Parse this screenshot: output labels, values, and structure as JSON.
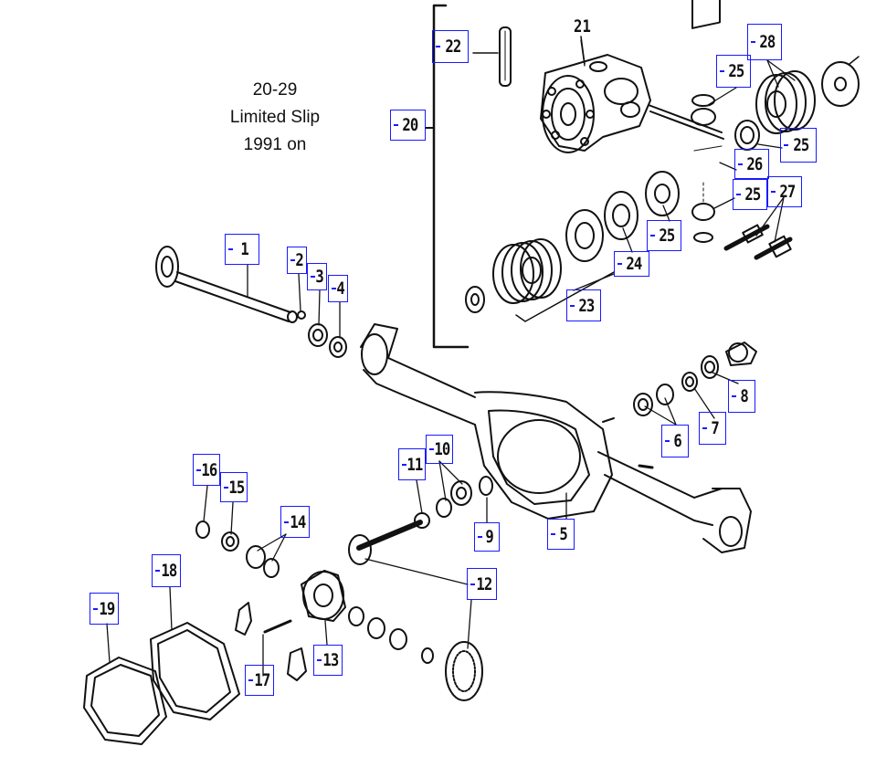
{
  "caption": {
    "line1": "20-29",
    "line2": "Limited Slip",
    "line3": "1991 on"
  },
  "callouts": [
    {
      "id": "c1",
      "label": "1"
    },
    {
      "id": "c2",
      "label": "2"
    },
    {
      "id": "c3",
      "label": "3"
    },
    {
      "id": "c4",
      "label": "4"
    },
    {
      "id": "c5",
      "label": "5"
    },
    {
      "id": "c6",
      "label": "6"
    },
    {
      "id": "c7",
      "label": "7"
    },
    {
      "id": "c8",
      "label": "8"
    },
    {
      "id": "c9",
      "label": "9"
    },
    {
      "id": "c10",
      "label": "10"
    },
    {
      "id": "c11",
      "label": "11"
    },
    {
      "id": "c12",
      "label": "12"
    },
    {
      "id": "c13",
      "label": "13"
    },
    {
      "id": "c14",
      "label": "14"
    },
    {
      "id": "c15",
      "label": "15"
    },
    {
      "id": "c16",
      "label": "16"
    },
    {
      "id": "c17",
      "label": "17"
    },
    {
      "id": "c18",
      "label": "18"
    },
    {
      "id": "c19",
      "label": "19"
    },
    {
      "id": "c20",
      "label": "20"
    },
    {
      "id": "c22",
      "label": "22"
    },
    {
      "id": "c23",
      "label": "23"
    },
    {
      "id": "c24",
      "label": "24"
    },
    {
      "id": "c25a",
      "label": "25"
    },
    {
      "id": "c25b",
      "label": "25"
    },
    {
      "id": "c25c",
      "label": "25"
    },
    {
      "id": "c25d",
      "label": "25"
    },
    {
      "id": "c26",
      "label": "26"
    },
    {
      "id": "c27",
      "label": "27"
    },
    {
      "id": "c28",
      "label": "28"
    }
  ],
  "plain_labels": {
    "l21": "21"
  },
  "colors": {
    "callout_border": "#1a1aff",
    "ink": "#111111"
  }
}
